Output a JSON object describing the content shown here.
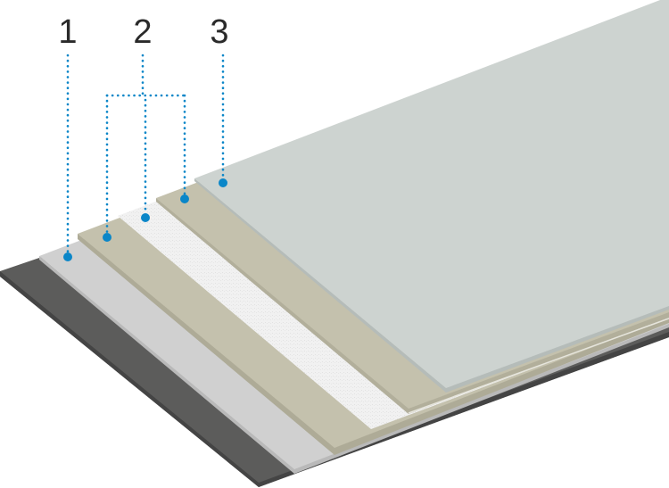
{
  "callouts": [
    {
      "label": "1"
    },
    {
      "label": "2"
    },
    {
      "label": "3"
    }
  ],
  "colors": {
    "accent": "#0a86c8",
    "base": "#5c5c5b",
    "layer1": "#d0d0d0",
    "beige": "#c4c1ad",
    "foam": "#f0f0f0",
    "top": "#cdd3d0"
  }
}
